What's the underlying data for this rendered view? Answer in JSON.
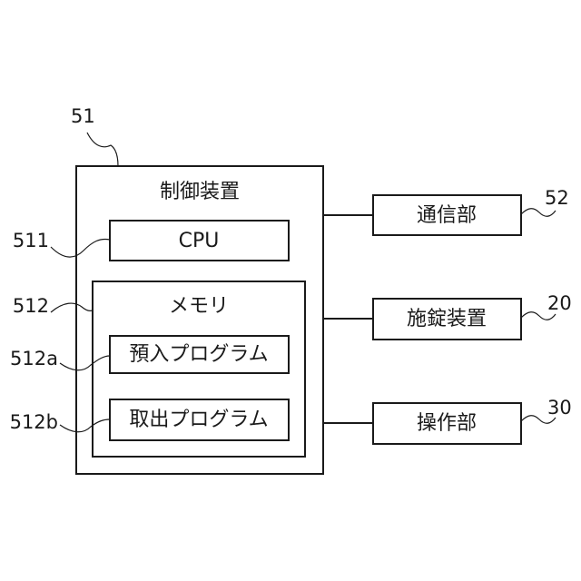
{
  "controller": {
    "label": "制御装置",
    "ref": "51",
    "cpu": {
      "label": "CPU",
      "ref": "511"
    },
    "memory": {
      "label": "メモリ",
      "ref": "512",
      "programs": [
        {
          "label": "預入プログラム",
          "ref": "512a"
        },
        {
          "label": "取出プログラム",
          "ref": "512b"
        }
      ]
    }
  },
  "peripherals": [
    {
      "label": "通信部",
      "ref": "52"
    },
    {
      "label": "施錠装置",
      "ref": "20"
    },
    {
      "label": "操作部",
      "ref": "30"
    }
  ]
}
